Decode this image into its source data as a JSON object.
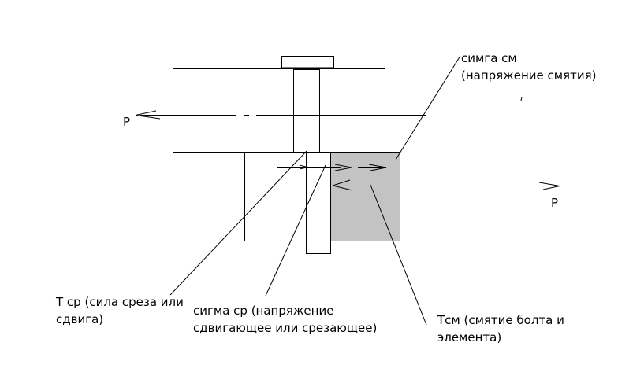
{
  "diagram": {
    "title": "",
    "colors": {
      "stroke": "#000000",
      "bearing_zone_fill": "#c3c3c3",
      "background": "#ffffff"
    },
    "labels": {
      "force_left": "P",
      "force_right": "P"
    },
    "annotations": [
      {
        "id": "sigma-sm",
        "lines": [
          "симга см",
          "(напряжение смятия)"
        ]
      },
      {
        "id": "t-sr",
        "lines": [
          "Т ср (сила среза или",
          "сдвига)"
        ]
      },
      {
        "id": "sigma-sr",
        "lines": [
          "сигма ср (напряжение",
          "сдвигающее или срезающее)"
        ]
      },
      {
        "id": "t-sm",
        "lines": [
          "Тсм (смятие болта и",
          "элемента)"
        ]
      }
    ]
  }
}
